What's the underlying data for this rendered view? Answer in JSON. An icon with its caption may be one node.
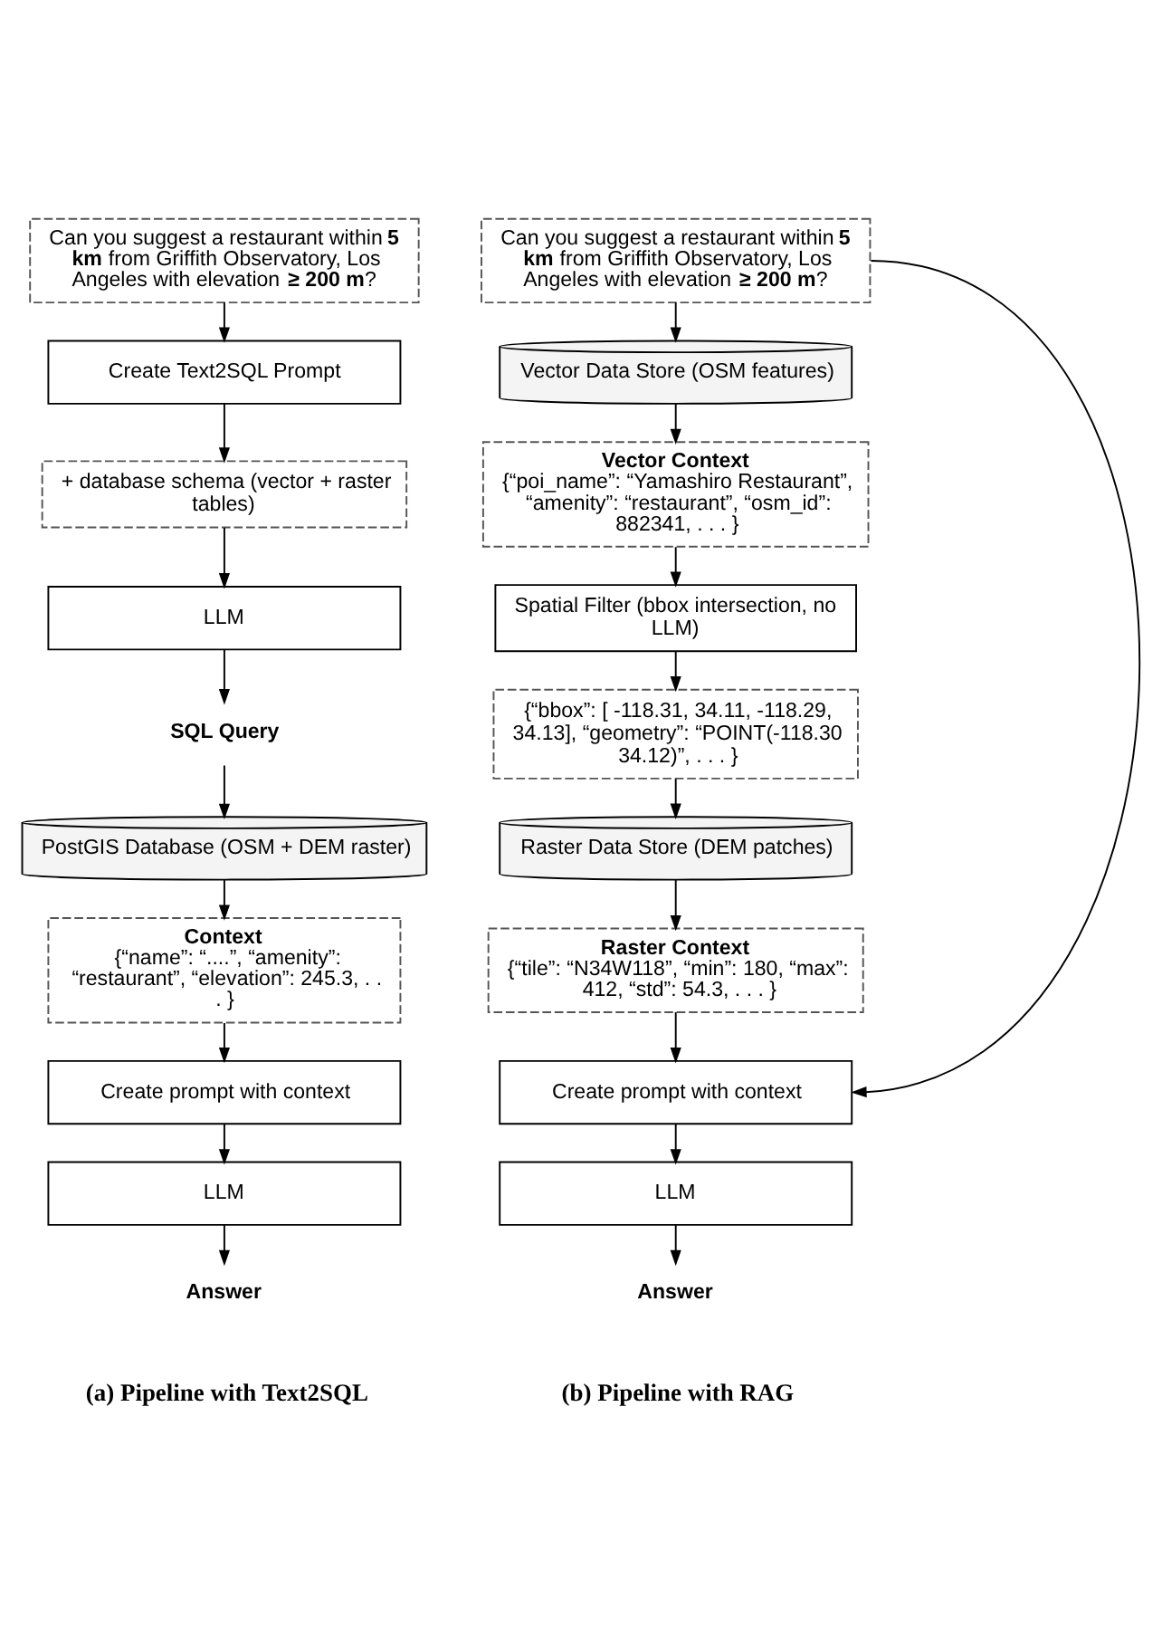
{
  "diagram": {
    "nodes": [
      {
        "text": [
          "Can you suggest a restaurant within **5 km** from Griffith Observatory, Los Angeles with elevation **≥ 200 m**?"
        ]
      },
      {
        "text": [
          "Create Text2SQL Prompt"
        ]
      },
      {
        "text": [
          "+ database schema (vector + raster tables)"
        ]
      },
      {
        "text": [
          "LLM"
        ]
      },
      {
        "text": [
          "SQL Query"
        ]
      },
      {
        "text": [
          "PostGIS Database (OSM + DEM raster)"
        ]
      },
      {
        "text": [
          "Context",
          "{“name”: “....”, “amenity”: “restaurant”, “elevation”: 245.3, . . . }"
        ]
      },
      {
        "text": [
          "Create prompt with context"
        ]
      },
      {
        "text": [
          "LLM"
        ]
      },
      {
        "text": [
          "Answer"
        ]
      },
      {
        "text": [
          "Can you suggest a restaurant within **5 km** from Griffith Observatory, Los Angeles with elevation **≥ 200 m**?"
        ]
      },
      {
        "text": [
          "Vector Data Store (OSM features)"
        ]
      },
      {
        "text": [
          "Vector Context",
          "{“poi_name”: “Yamashiro Restaurant”, “amenity”: “restaurant”, “osm_id”: 882341, . . . }"
        ]
      },
      {
        "text": [
          "Spatial Filter (bbox intersection, no LLM)"
        ]
      },
      {
        "text": [
          "{“bbox”: [ -118.31, 34.11, -118.29, 34.13], “geometry”: “POINT(-118.30 34.12)”, . . . }"
        ]
      },
      {
        "text": [
          "Raster Data Store (DEM patches)"
        ]
      },
      {
        "text": [
          "Raster Context",
          "{“tile”: “N34W118”, “min”: 180, “max”: 412, “std”: 54.3, . . . }"
        ]
      },
      {
        "text": [
          "Create prompt with context"
        ]
      },
      {
        "text": [
          "LLM"
        ]
      },
      {
        "text": [
          "Answer"
        ]
      }
    ],
    "edges": [
      {
        "from": 0,
        "to": 1,
        "arrow": "to"
      },
      {
        "from": 1,
        "to": 2,
        "arrow": "to"
      },
      {
        "from": 2,
        "to": 3,
        "arrow": "to"
      },
      {
        "from": 3,
        "to": 4,
        "arrow": "to"
      },
      {
        "from": 4,
        "to": 5,
        "arrow": "to"
      },
      {
        "from": 5,
        "to": 6,
        "arrow": "to"
      },
      {
        "from": 6,
        "to": 7,
        "arrow": "to"
      },
      {
        "from": 7,
        "to": 8,
        "arrow": "to"
      },
      {
        "from": 8,
        "to": 9,
        "arrow": "to"
      },
      {
        "from": 10,
        "to": 11,
        "arrow": "to"
      },
      {
        "from": 11,
        "to": 12,
        "arrow": "to"
      },
      {
        "from": 12,
        "to": 13,
        "arrow": "to"
      },
      {
        "from": 13,
        "to": 14,
        "arrow": "to"
      },
      {
        "from": 14,
        "to": 15,
        "arrow": "to"
      },
      {
        "from": 15,
        "to": 16,
        "arrow": "to"
      },
      {
        "from": 16,
        "to": 17,
        "arrow": "to"
      },
      {
        "from": 17,
        "to": 18,
        "arrow": "to"
      },
      {
        "from": 18,
        "to": 19,
        "arrow": "to"
      },
      {
        "from": 10,
        "to": 17,
        "arrow": "to"
      }
    ],
    "labels": [
      "(a) Pipeline with Text2SQL",
      "(b) Pipeline with RAG"
    ]
  }
}
